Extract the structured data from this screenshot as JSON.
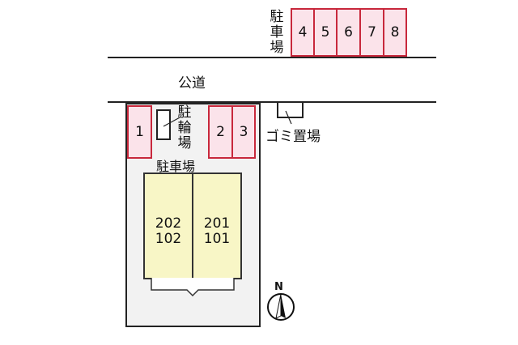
{
  "top_parking": {
    "label": "駐車場",
    "label_chars": [
      "駐",
      "車",
      "場"
    ],
    "spaces": [
      "4",
      "5",
      "6",
      "7",
      "8"
    ]
  },
  "road": {
    "label": "公道"
  },
  "lot": {
    "spaces_left": [
      "1"
    ],
    "spaces_right": [
      "2",
      "3"
    ],
    "bicycle_parking_chars": [
      "駐",
      "輪",
      "場"
    ],
    "parking_label": "駐車場",
    "building": {
      "left_unit": {
        "upper": "202",
        "lower": "102"
      },
      "right_unit": {
        "upper": "201",
        "lower": "101"
      }
    }
  },
  "garbage": {
    "label": "ゴミ置場"
  },
  "compass": {
    "label": "N"
  },
  "colors": {
    "parking_fill": "#fbe3ea",
    "parking_border": "#c8283c",
    "building_fill": "#f8f6c6",
    "lot_fill": "#f2f2f2"
  }
}
